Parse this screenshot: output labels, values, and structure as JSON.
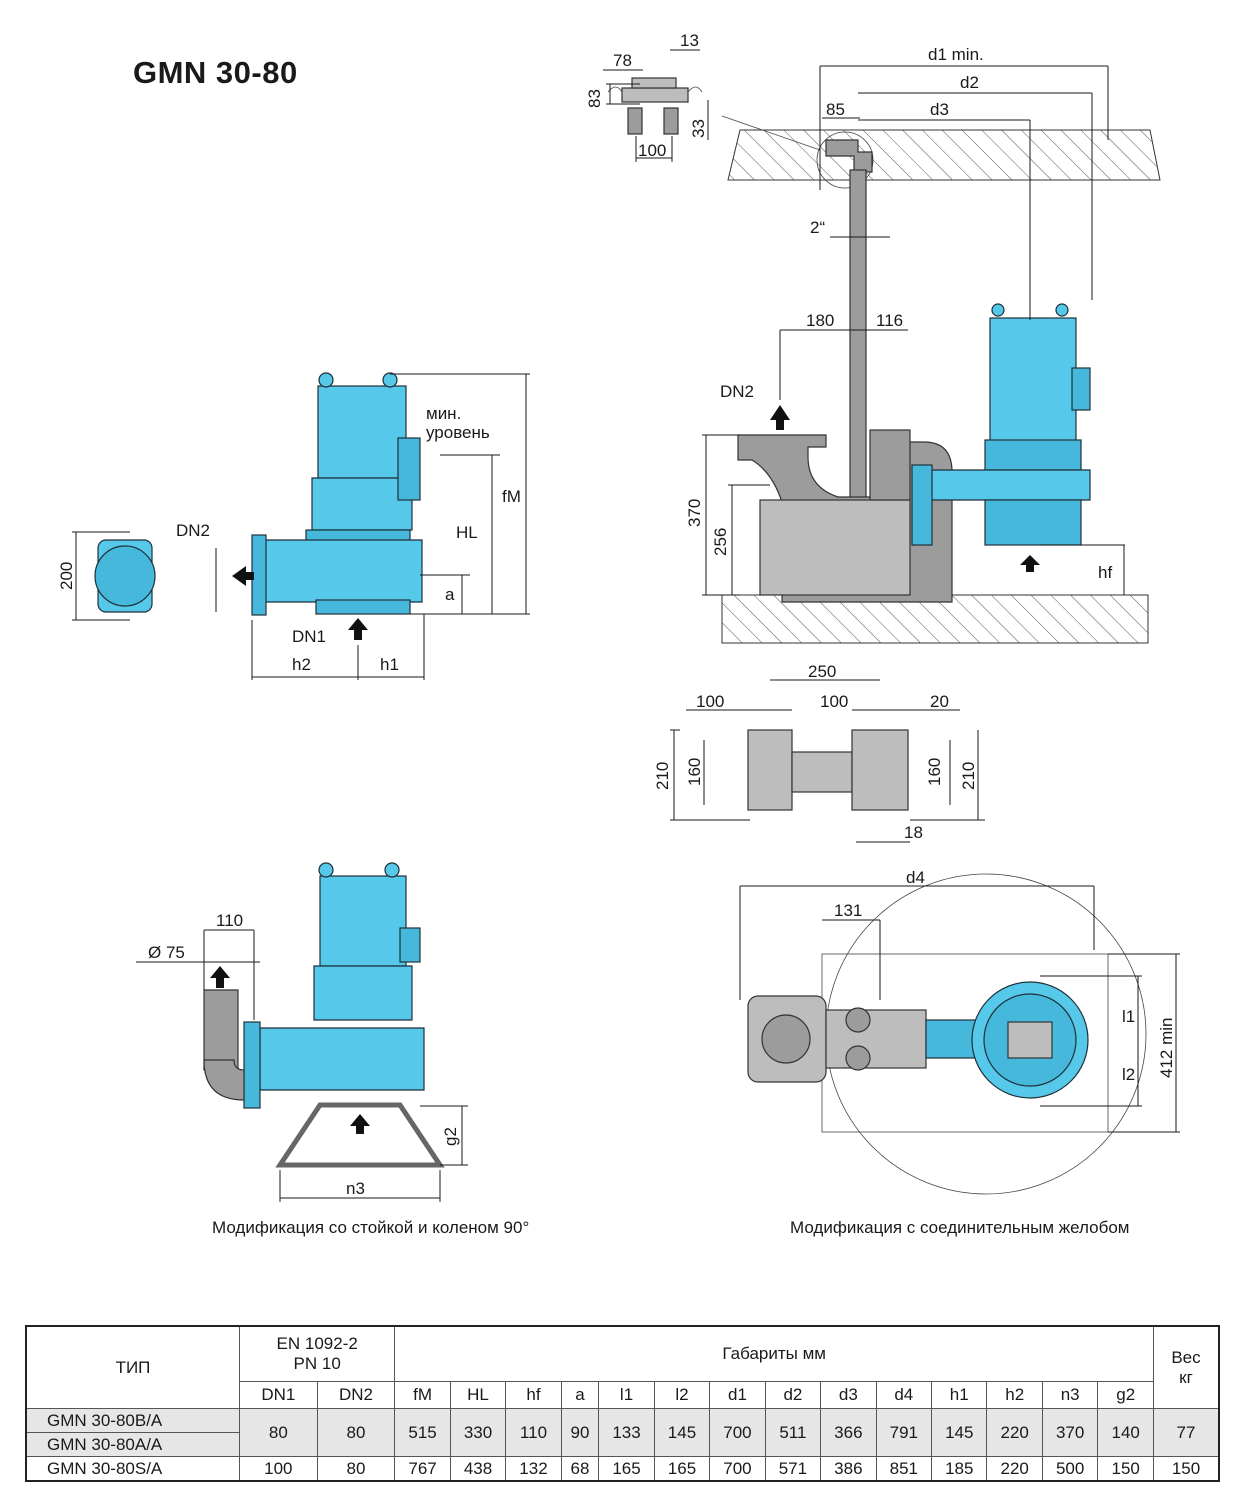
{
  "title": "GMN 30-80",
  "captions": {
    "left": "Модификация со стойкой и коленом 90°",
    "right": "Модификация с соединительным желобом"
  },
  "labels": {
    "min_level_1": "мин.",
    "min_level_2": "уровень",
    "dn1": "DN1",
    "dn2": "DN2",
    "hl": "HL",
    "fm": "fM",
    "a": "a",
    "h1": "h1",
    "h2": "h2",
    "hf": "hf",
    "g2": "g2",
    "n3": "n3",
    "d1": "d1 min.",
    "d2": "d2",
    "d3": "d3",
    "d4": "d4",
    "l1": "l1",
    "l2": "l2",
    "l_min": "412 min",
    "pipe": "2“",
    "phi75": "Ø 75"
  },
  "dimensions": {
    "flange_200": "200",
    "top_78": "78",
    "top_13": "13",
    "top_83": "83",
    "top_33": "33",
    "top_100": "100",
    "d_85": "85",
    "d_180": "180",
    "d_116": "116",
    "h_370": "370",
    "h_256": "256",
    "w_250": "250",
    "w_100a": "100",
    "w_100b": "100",
    "w_20": "20",
    "h_210a": "210",
    "h_160a": "160",
    "h_160b": "160",
    "h_210b": "210",
    "w_18": "18",
    "w_110": "110",
    "w_131": "131"
  },
  "table": {
    "col_type": "ТИП",
    "standard_1": "EN 1092-2",
    "standard_2": "PN 10",
    "dims_header": "Габариты    мм",
    "weight_1": "Вес",
    "weight_2": "кг",
    "columns": [
      "DN1",
      "DN2",
      "fM",
      "HL",
      "hf",
      "a",
      "l1",
      "l2",
      "d1",
      "d2",
      "d3",
      "d4",
      "h1",
      "h2",
      "n3",
      "g2"
    ],
    "rows": [
      {
        "types": [
          "GMN 30-80B/A",
          "GMN 30-80A/A"
        ],
        "values": [
          "80",
          "80",
          "515",
          "330",
          "110",
          "90",
          "133",
          "145",
          "700",
          "511",
          "366",
          "791",
          "145",
          "220",
          "370",
          "140",
          "77"
        ]
      },
      {
        "types": [
          "GMN 30-80S/A"
        ],
        "values": [
          "100",
          "80",
          "767",
          "438",
          "132",
          "68",
          "165",
          "165",
          "700",
          "571",
          "386",
          "851",
          "185",
          "220",
          "500",
          "150",
          "150"
        ]
      }
    ]
  }
}
